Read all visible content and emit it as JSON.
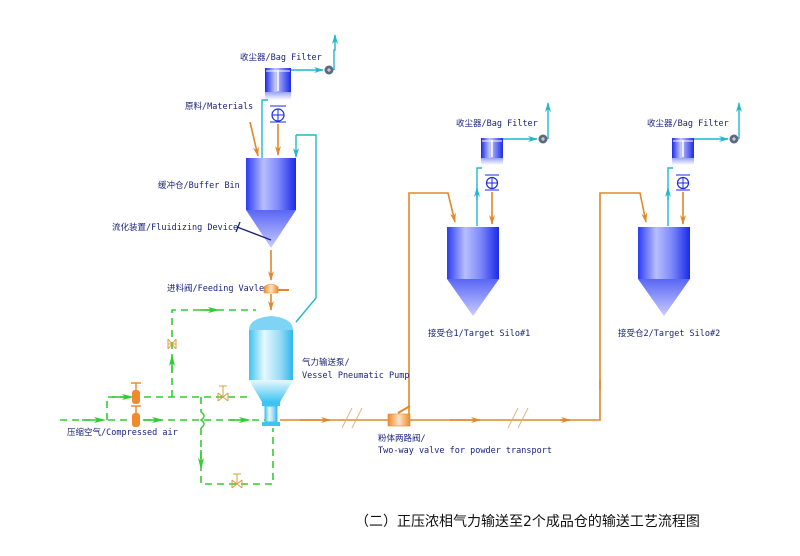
{
  "labels": {
    "bag_filter_1": "收尘器/Bag Filter",
    "bag_filter_2": "收尘器/Bag Filter",
    "bag_filter_3": "收尘器/Bag Filter",
    "materials": "原料/Materials",
    "buffer_bin": "缓冲仓/Buffer Bin",
    "fluidizing_device": "流化装置/Fluidizing Device",
    "feeding_valve": "进料阀/Feeding Vavle",
    "pump_cn": "气力输送泵/",
    "pump_en": "Vessel Pneumatic Pump",
    "compressed_air": "压缩空气/Compressed air",
    "two_way_cn": "粉体两路阀/",
    "two_way_en": "Two-way valve for powder transport",
    "target_silo_1": "接受仓1/Target Silo#1",
    "target_silo_2": "接受仓2/Target Silo#2"
  },
  "caption": "（二）正压浓相气力输送至2个成品仓的输送工艺流程图",
  "colors": {
    "material_line": "#e0882a",
    "air_exhaust_line": "#1fb8c6",
    "compressed_air_line": "#33cc33",
    "silo_blue": "#2a3cf0",
    "pump_cyan": "#3ec3f2",
    "label_text": "#1a237e"
  }
}
